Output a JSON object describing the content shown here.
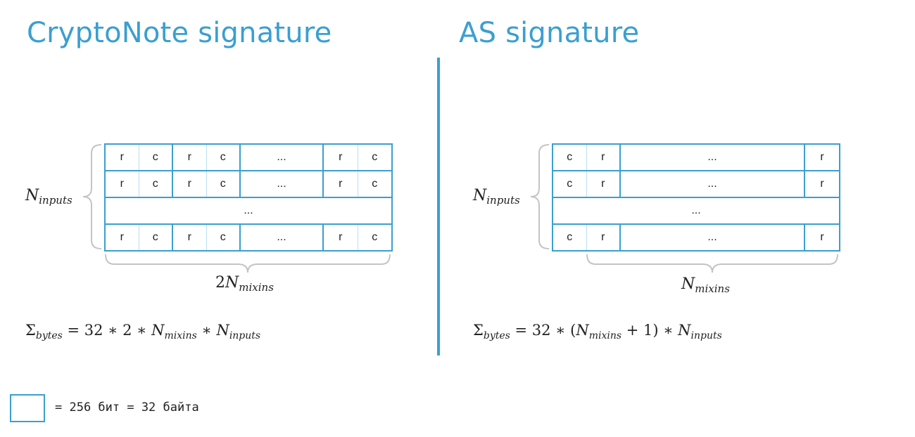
{
  "left": {
    "title": "CryptoNote signature",
    "rows": [
      [
        "r",
        "c",
        "r",
        "c",
        "...",
        "r",
        "c"
      ],
      [
        "r",
        "c",
        "r",
        "c",
        "...",
        "r",
        "c"
      ],
      [
        "..."
      ],
      [
        "r",
        "c",
        "r",
        "c",
        "...",
        "r",
        "c"
      ]
    ],
    "row_label": {
      "base": "N",
      "sub": "inputs"
    },
    "col_label": {
      "coef": "2",
      "base": "N",
      "sub": "mixins"
    },
    "formula": {
      "sigma": "Σ",
      "sigma_sub": "bytes",
      "eq": " = 32 ∗ 2 ∗ ",
      "n1": "N",
      "n1_sub": "mixins",
      "mul": " ∗ ",
      "n2": "N",
      "n2_sub": "inputs"
    }
  },
  "right": {
    "title": "AS signature",
    "rows": [
      [
        "c",
        "r",
        "...",
        "r"
      ],
      [
        "c",
        "r",
        "...",
        "r"
      ],
      [
        "..."
      ],
      [
        "c",
        "r",
        "...",
        "r"
      ]
    ],
    "row_label": {
      "base": "N",
      "sub": "inputs"
    },
    "col_label": {
      "base": "N",
      "sub": "mixins"
    },
    "formula": {
      "sigma": "Σ",
      "sigma_sub": "bytes",
      "eq": " = 32 ∗ (",
      "n1": "N",
      "n1_sub": "mixins",
      "plus": " + 1) ∗ ",
      "n2": "N",
      "n2_sub": "inputs"
    }
  },
  "legend": {
    "text": "= 256 бит = 32 байта"
  },
  "colors": {
    "accent": "#3b9fcf",
    "cell_split": "#b9e0f2",
    "brace": "#c4c4c4",
    "text": "#222222"
  }
}
